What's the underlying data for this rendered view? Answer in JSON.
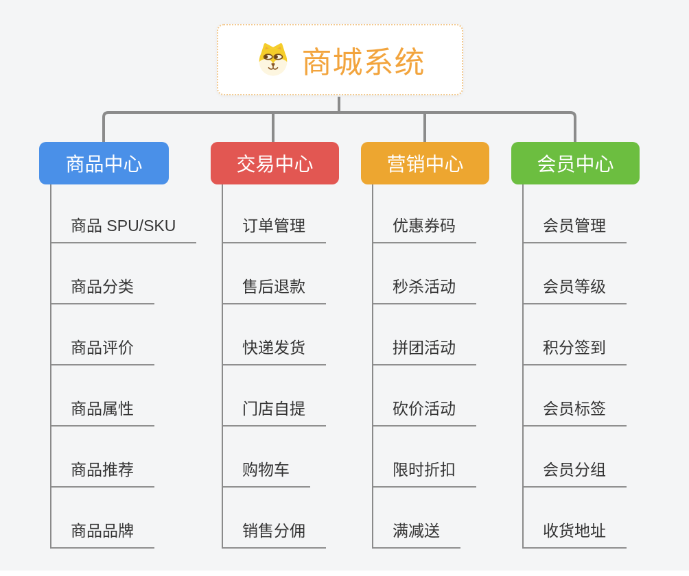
{
  "root": {
    "title": "商城系统",
    "icon": "doge-icon",
    "text_color": "#f2a43d",
    "border_color": "#f2c98f"
  },
  "connector_color": "#8b8b8b",
  "branches": [
    {
      "label": "商品中心",
      "color": "#4a90e8",
      "items": [
        "商品 SPU/SKU",
        "商品分类",
        "商品评价",
        "商品属性",
        "商品推荐",
        "商品品牌"
      ]
    },
    {
      "label": "交易中心",
      "color": "#e25752",
      "items": [
        "订单管理",
        "售后退款",
        "快递发货",
        "门店自提",
        "购物车",
        "销售分佣"
      ]
    },
    {
      "label": "营销中心",
      "color": "#eda630",
      "items": [
        "优惠券码",
        "秒杀活动",
        "拼团活动",
        "砍价活动",
        "限时折扣",
        "满减送"
      ]
    },
    {
      "label": "会员中心",
      "color": "#6cbe40",
      "items": [
        "会员管理",
        "会员等级",
        "积分签到",
        "会员标签",
        "会员分组",
        "收货地址"
      ]
    }
  ]
}
